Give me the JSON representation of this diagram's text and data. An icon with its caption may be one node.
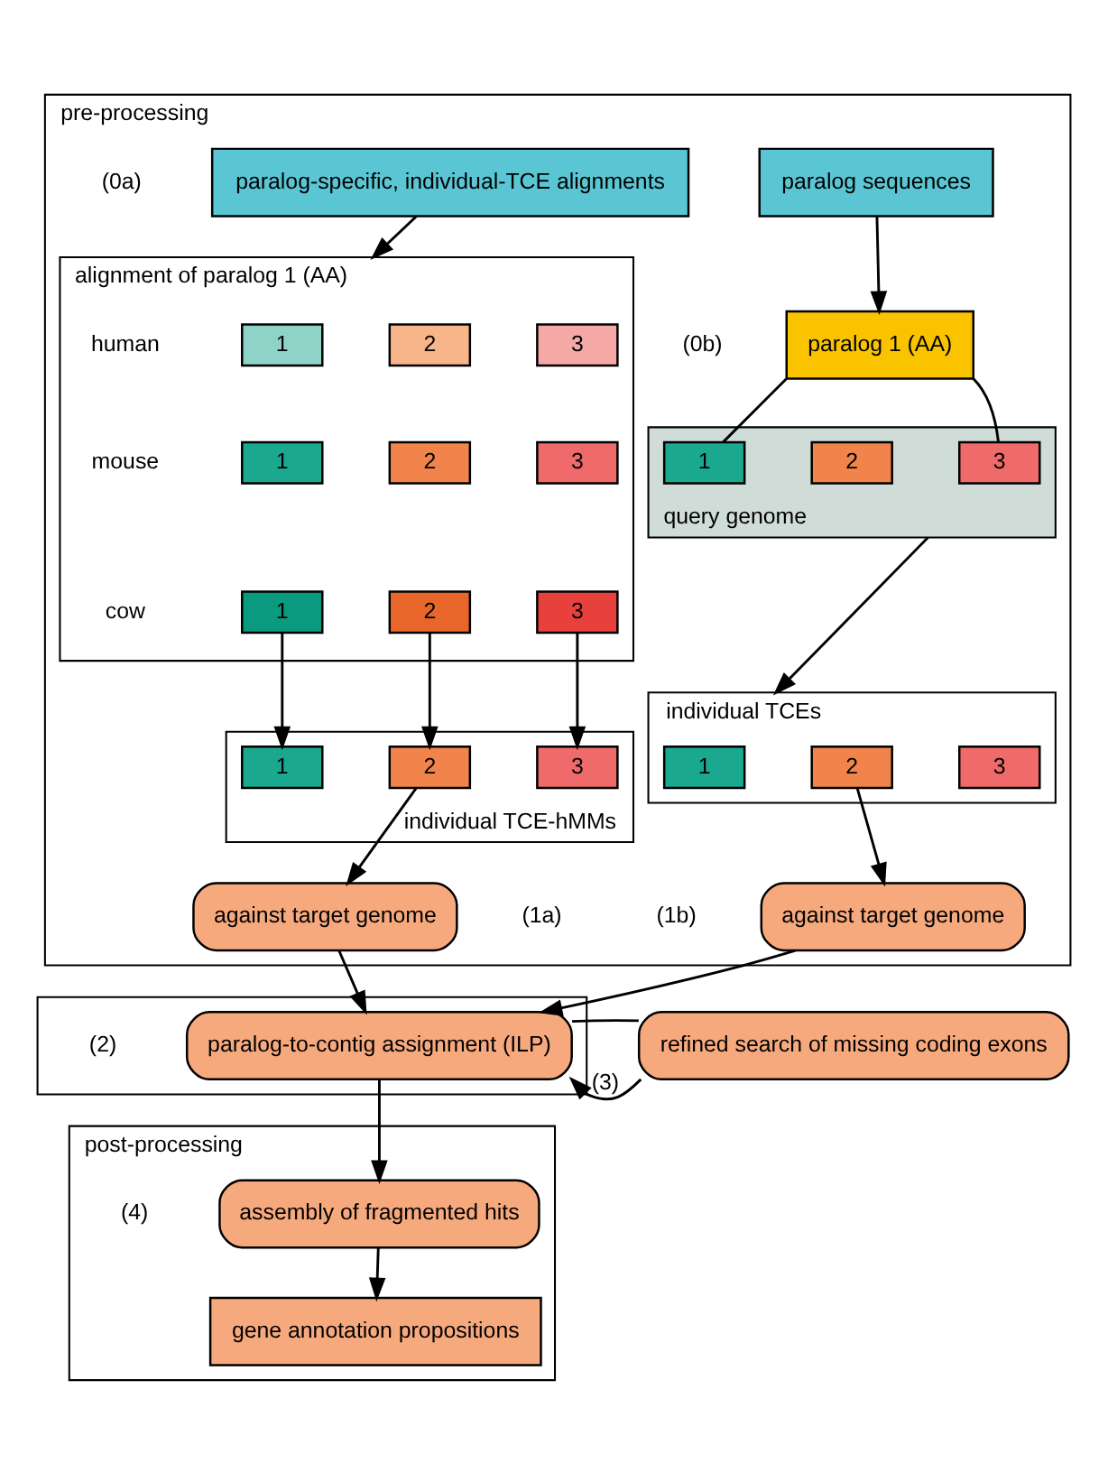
{
  "diagram": {
    "nodes": [
      {
        "text": [
          "pre-processing"
        ]
      },
      {
        "text": [
          "paralog-specific, individual-TCE alignments"
        ],
        "in": 0
      },
      {
        "text": [
          "paralog sequences"
        ],
        "in": 0
      },
      {
        "text": [
          "alignment of paralog 1 (AA)"
        ],
        "in": 0
      },
      {
        "text": [
          "1"
        ],
        "in": 3
      },
      {
        "text": [
          "2"
        ],
        "in": 3
      },
      {
        "text": [
          "3"
        ],
        "in": 3
      },
      {
        "text": [
          "1"
        ],
        "in": 3
      },
      {
        "text": [
          "2"
        ],
        "in": 3
      },
      {
        "text": [
          "3"
        ],
        "in": 3
      },
      {
        "text": [
          "1"
        ],
        "in": 3
      },
      {
        "text": [
          "2"
        ],
        "in": 3
      },
      {
        "text": [
          "3"
        ],
        "in": 3
      },
      {
        "text": [
          "individual TCE-hMMs"
        ],
        "in": 0
      },
      {
        "text": [
          "1"
        ],
        "in": 13
      },
      {
        "text": [
          "2"
        ],
        "in": 13
      },
      {
        "text": [
          "3"
        ],
        "in": 13
      },
      {
        "text": [
          "against target genome"
        ],
        "in": 0,
        "beside": [
          "(1a)"
        ]
      },
      {
        "text": [
          "paralog 1 (AA)"
        ],
        "in": 0,
        "beside": [
          "(0b)"
        ]
      },
      {
        "text": [
          "query genome"
        ],
        "in": 0
      },
      {
        "text": [
          "1"
        ],
        "in": 19
      },
      {
        "text": [
          "2"
        ],
        "in": 19
      },
      {
        "text": [
          "3"
        ],
        "in": 19
      },
      {
        "text": [
          "individual TCEs"
        ],
        "in": 0
      },
      {
        "text": [
          "1"
        ],
        "in": 23
      },
      {
        "text": [
          "2"
        ],
        "in": 23
      },
      {
        "text": [
          "3"
        ],
        "in": 23
      },
      {
        "text": [
          "against target genome"
        ],
        "in": 0,
        "beside": [
          "(1b)"
        ]
      },
      {
        "text": [],
        "shape": "box"
      },
      {
        "text": [
          "paralog-to-contig assignment (ILP)"
        ],
        "in": 28,
        "beside": [
          "(2)"
        ]
      },
      {
        "text": [
          "refined search of missing coding exons"
        ]
      },
      {
        "text": [
          "post-processing"
        ]
      },
      {
        "text": [
          "assembly of fragmented hits"
        ],
        "in": 31,
        "beside": [
          "(4)"
        ]
      },
      {
        "text": [
          "gene annotation propositions"
        ],
        "in": 31
      }
    ],
    "edges": [
      {
        "from": 1,
        "to": 3,
        "arrow": "to"
      },
      {
        "from": 2,
        "to": 18,
        "arrow": "to"
      },
      {
        "from": 18,
        "to": 20,
        "arrow": "none"
      },
      {
        "from": 18,
        "to": 22,
        "arrow": "none"
      },
      {
        "from": 10,
        "to": 14,
        "arrow": "to"
      },
      {
        "from": 11,
        "to": 15,
        "arrow": "to"
      },
      {
        "from": 12,
        "to": 16,
        "arrow": "to"
      },
      {
        "from": 15,
        "to": 17,
        "arrow": "to"
      },
      {
        "from": 19,
        "to": 23,
        "arrow": "to"
      },
      {
        "from": 25,
        "to": 27,
        "arrow": "to"
      },
      {
        "from": 17,
        "to": 29,
        "arrow": "to"
      },
      {
        "from": 27,
        "to": 29,
        "arrow": "to"
      },
      {
        "from": 29,
        "to": 30,
        "arrow": "none"
      },
      {
        "from": 30,
        "to": 29,
        "arrow": "to",
        "label": "(3)"
      },
      {
        "from": 29,
        "to": 32,
        "arrow": "to"
      },
      {
        "from": 32,
        "to": 33,
        "arrow": "to"
      }
    ],
    "labels": [
      "(0a)",
      "human",
      "mouse",
      "cow"
    ]
  }
}
